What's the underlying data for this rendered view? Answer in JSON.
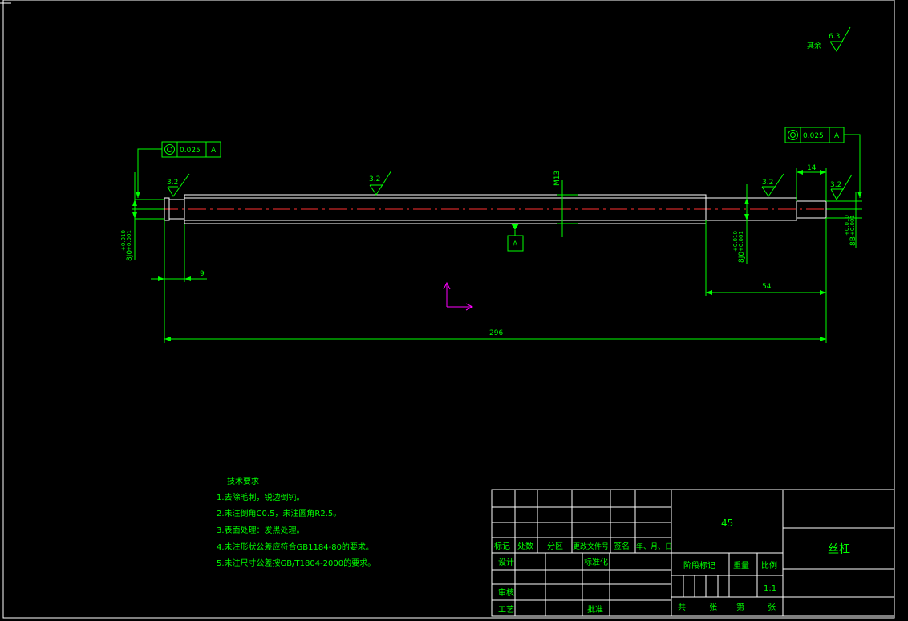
{
  "colors": {
    "background": "#000000",
    "outline": "#ffffff",
    "dimension": "#00ff00",
    "centerline": "#ff3030",
    "ucs": "#ff00ff"
  },
  "roughness": {
    "general_note": "其余",
    "general_value": "6.3",
    "left_end": "3.2",
    "body": "3.2",
    "right_shoulder": "3.2",
    "right_end": "3.2"
  },
  "tolerance_frames": {
    "left": {
      "value": "0.025",
      "datum": "A"
    },
    "right": {
      "value": "0.025",
      "datum": "A"
    }
  },
  "datum_label": "A",
  "dimensions": {
    "thread": "M13",
    "left_dia": "8J0",
    "left_dia_tol_upper": "+0.010",
    "left_dia_tol_lower": "+0.001",
    "right_dia": "8J0",
    "right_dia_tol_upper": "+0.010",
    "right_dia_tol_lower": "+0.001",
    "end_dia": "8B",
    "end_dia_tol_upper": "+0.010",
    "end_dia_tol_lower": "+0.001",
    "left_len": "9",
    "right_step": "14",
    "right_len": "54",
    "total_len": "296"
  },
  "tech_requirements": {
    "title": "技术要求",
    "items": [
      "1.去除毛刺，锐边倒钝。",
      "2.未注倒角C0.5，未注圆角R2.5。",
      "3.表面处理：发黑处理。",
      "4.未注形状公差应符合GB1184-80的要求。",
      "5.未注尺寸公差按GB/T1804-2000的要求。"
    ]
  },
  "title_block": {
    "material": "45",
    "part_name": "丝杠",
    "headers": [
      "标记",
      "处数",
      "分区",
      "更改文件号",
      "签名",
      "年、月、日"
    ],
    "design": "设计",
    "standardize": "标准化",
    "review": "审核",
    "process": "工艺",
    "approve": "批准",
    "stage_mark": "阶段标记",
    "weight": "重量",
    "scale": "比例",
    "scale_value": "1:1",
    "total": "共",
    "sheets": "张",
    "page": "第",
    "sheet": "张"
  }
}
